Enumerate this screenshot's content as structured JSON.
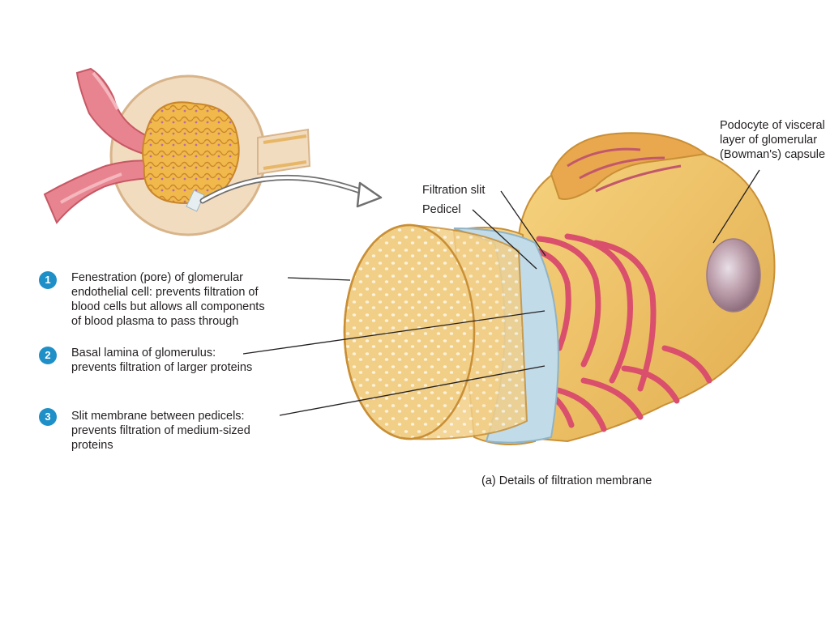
{
  "labels": {
    "podocyte": [
      "Podocyte of visceral",
      "layer of glomerular",
      "(Bowman's) capsule"
    ],
    "filtration_slit": "Filtration slit",
    "pedicel": "Pedicel",
    "caption": "(a) Details of filtration membrane"
  },
  "callouts": [
    {
      "number": "1",
      "lines": [
        "Fenestration (pore) of glomerular",
        "endothelial cell: prevents filtration of",
        "blood cells but allows all components",
        "of blood plasma to pass through"
      ]
    },
    {
      "number": "2",
      "lines": [
        "Basal lamina of glomerulus:",
        "prevents filtration of larger proteins"
      ]
    },
    {
      "number": "3",
      "lines": [
        "Slit membrane between pedicels:",
        "prevents filtration of medium-sized",
        "proteins"
      ]
    }
  ],
  "colors": {
    "badge": "#1f8fc8",
    "tissue": "#f0c56a",
    "tissue_dark": "#d9a443",
    "pink": "#d94f6c",
    "basal": "#b9d6e6",
    "vessel": "#e8848f"
  }
}
